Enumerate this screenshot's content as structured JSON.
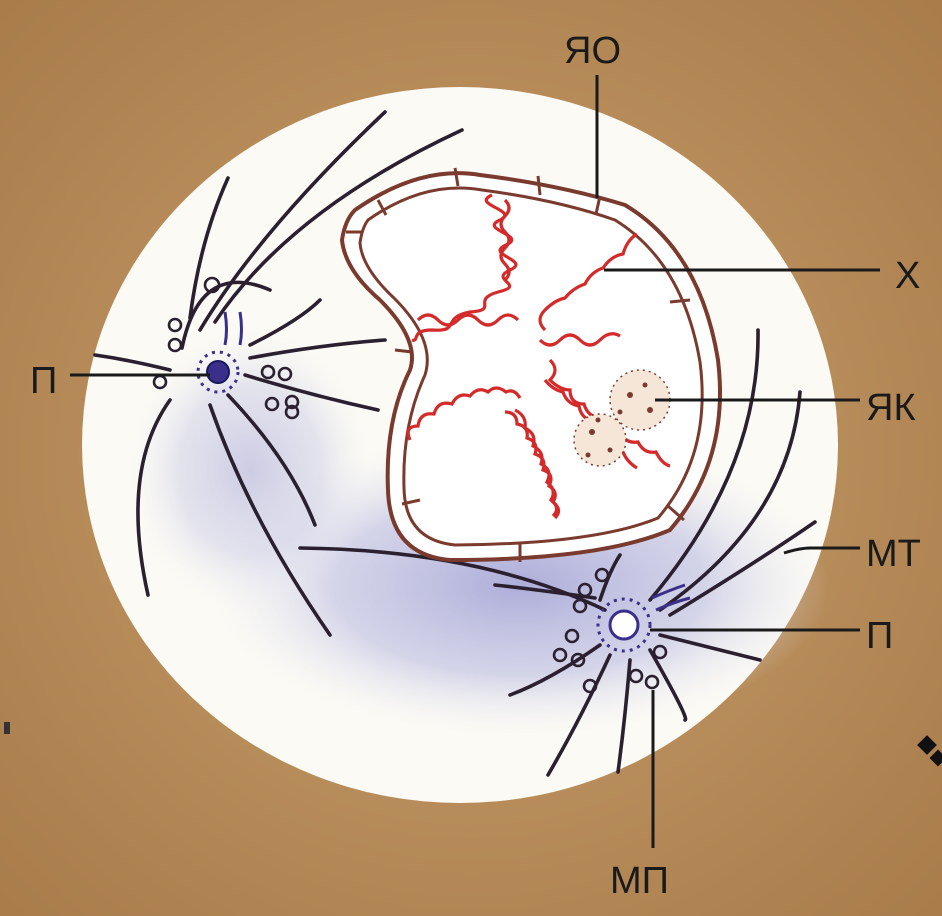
{
  "diagram": {
    "labels": {
      "nuclear_envelope": "ЯО",
      "chromosomes": "Х",
      "nucleolus": "ЯК",
      "microtubules": "МТ",
      "centriole_left": "П",
      "centriole_right": "П",
      "microtubule_organizing_center": "МП"
    },
    "colors": {
      "background": "#b48a57",
      "cell": "#fbfaf4",
      "cytoplasm_shade": "#b8b9dd",
      "nuclear_envelope": "#7a3b2e",
      "chromosomes": "#d42a2a",
      "fibers": "#2a2030",
      "centriole": "#3a2f8a"
    }
  }
}
